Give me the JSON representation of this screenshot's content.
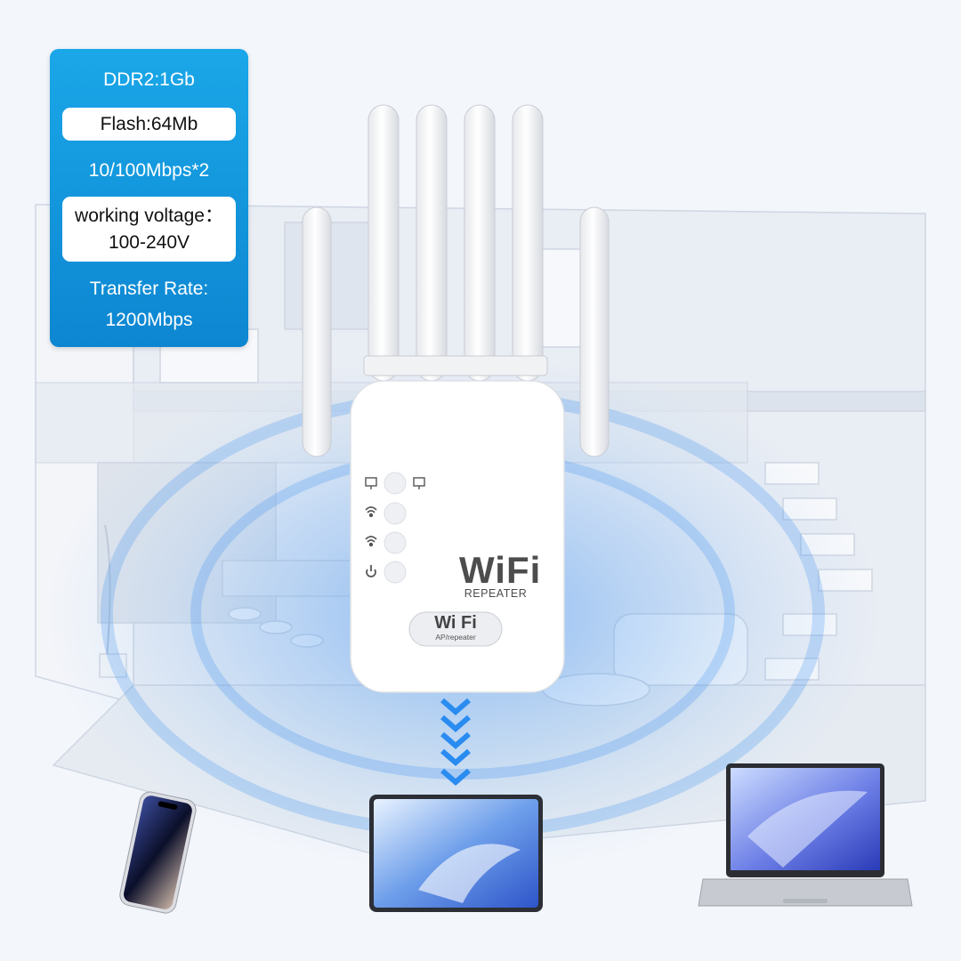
{
  "specs": {
    "ddr": "DDR2:1Gb",
    "flash": "Flash:64Mb",
    "ports": "10/100Mbps*2",
    "voltage_label": "working voltage：",
    "voltage_value": "100-240V",
    "rate_label": "Transfer Rate:",
    "rate_value": "1200Mbps"
  },
  "device": {
    "logo_text": "WiFi",
    "subtitle": "REPEATER",
    "badge_main": "Wi Fi",
    "badge_sub": "AP/repeater",
    "indicator_icons": [
      "lan-icon",
      "wifi-5g-icon",
      "wifi-2g-icon",
      "power-icon"
    ]
  },
  "colors": {
    "panel_blue": "#1599e0",
    "signal_blue": "#2f7fe0",
    "arrow_blue": "#2a8cf0",
    "device_white": "#ffffff"
  }
}
